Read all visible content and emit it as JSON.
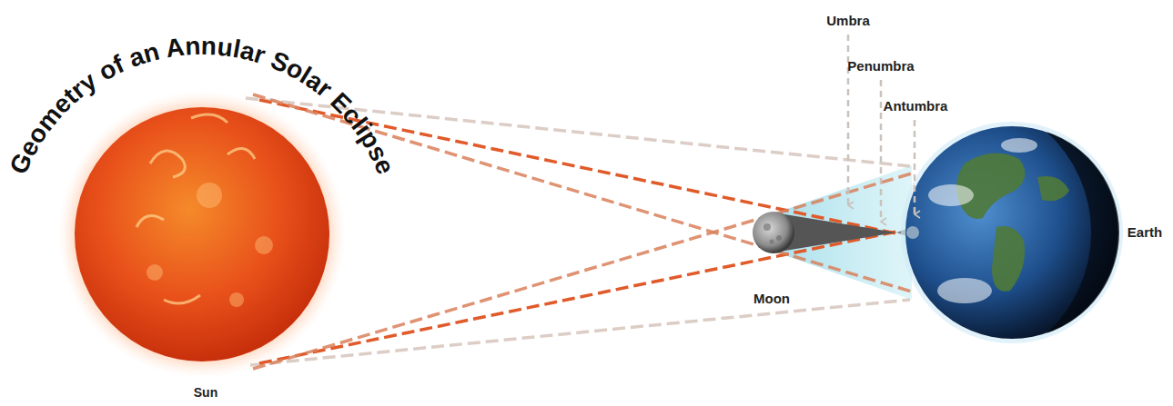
{
  "diagram": {
    "title": "Geometry of an Annular Solar Eclipse",
    "labels": [
      "Umbra",
      "Penumbra",
      "Antumbra",
      "Moon",
      "Earth",
      "Sun"
    ]
  }
}
